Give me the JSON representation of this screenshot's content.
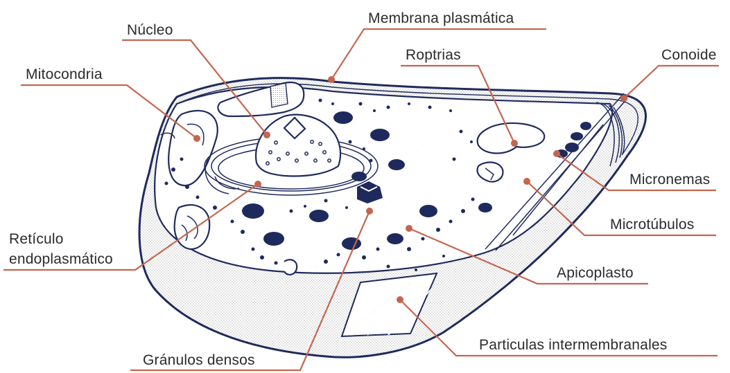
{
  "labels": {
    "membrana": "Membrana plasmática",
    "nucleo": "Núcleo",
    "mitocondria": "Mitocondria",
    "roptrias": "Roptrias",
    "conoide": "Conoide",
    "micronemas": "Micronemas",
    "microtubulos": "Microtúbulos",
    "reticulo_1": "Retículo",
    "reticulo_2": "endoplasmático",
    "apicoplasto": "Apicoplasto",
    "particulas": "Particulas intermembranales",
    "granulos": "Gránulos densos"
  },
  "colors": {
    "leader": "#c4664f",
    "ink": "#1f2a5c",
    "text": "#2b2b2b",
    "stipple": "#b9b9b9"
  }
}
